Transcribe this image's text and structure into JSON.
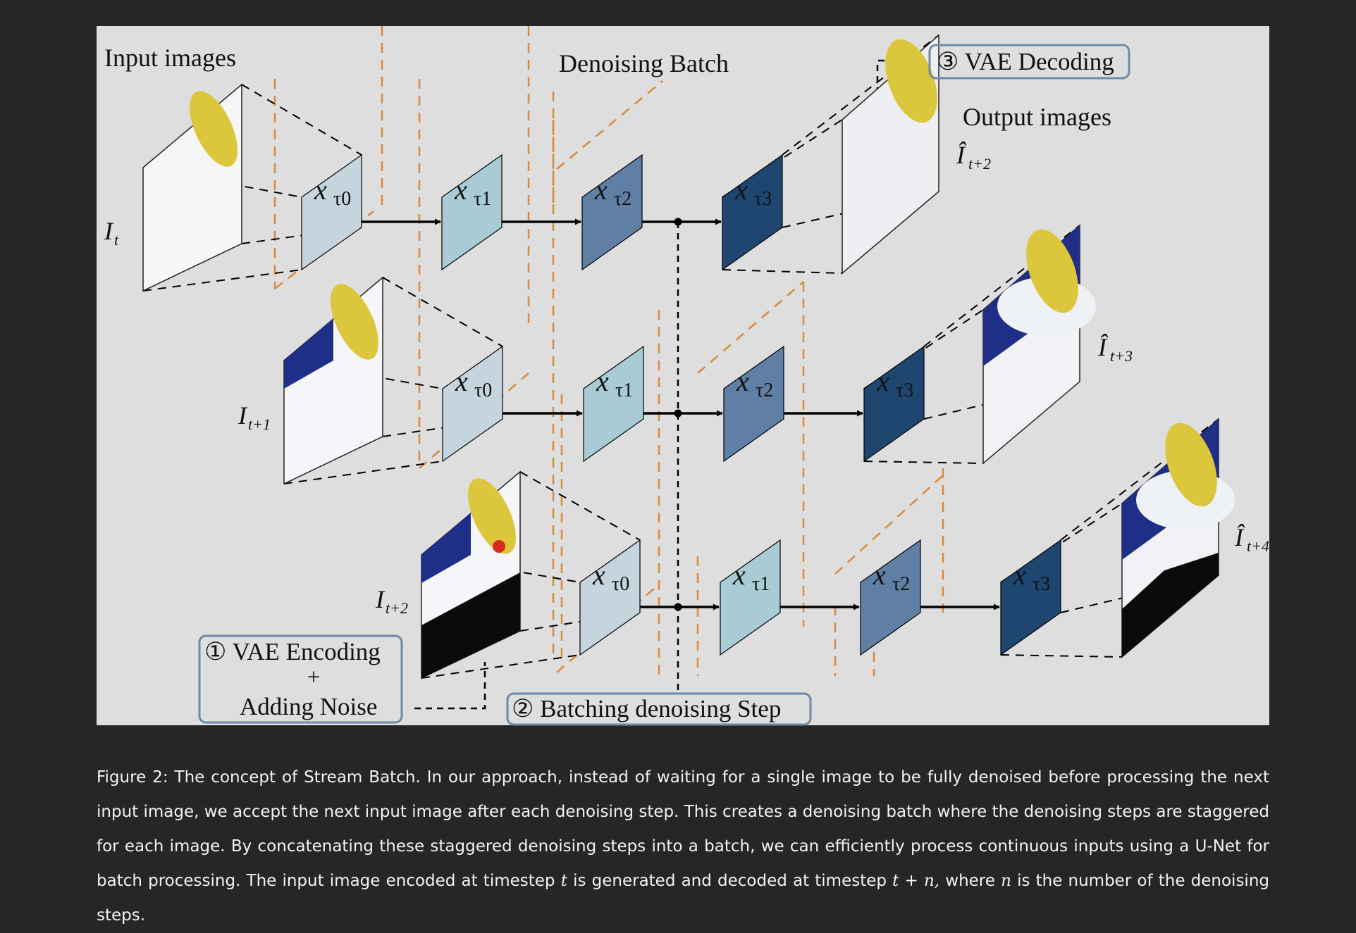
{
  "colors": {
    "page_background": "#262626",
    "figure_background": "#dedede",
    "caption_text": "#f2f2f2",
    "orange_dashed": "#d98a3b",
    "box_border": "#6f8aa6",
    "latent_step_0": "#c6d4dd",
    "latent_step_1": "#a8cbd5",
    "latent_step_2": "#5f7fa5",
    "latent_step_3": "#1e4670",
    "moon_yellow": "#dcc63c",
    "night_blue": "#1f2e86",
    "cloud_white": "#eef1f5",
    "silhouette_black": "#0b0b0b",
    "red_accent": "#d92a20"
  },
  "figure": {
    "input_images_label": "Input images",
    "denoising_batch_label": "Denoising Batch",
    "output_images_label": "Output images",
    "vae_encoding_label": "① VAE Encoding",
    "plus_label": "+",
    "adding_noise_label": "Adding Noise",
    "batching_step_label": "② Batching denoising Step",
    "vae_decoding_label": "③ VAE Decoding",
    "latent_symbol": "x",
    "latent_subscript_symbol": "τ",
    "input_frames": [
      {
        "symbol": "I",
        "subscript": "t"
      },
      {
        "symbol": "I",
        "subscript": "t+1"
      },
      {
        "symbol": "I",
        "subscript": "t+2"
      }
    ],
    "output_frames": [
      {
        "symbol": "Î",
        "subscript": "t+2"
      },
      {
        "symbol": "Î",
        "subscript": "t+3"
      },
      {
        "symbol": "Î",
        "subscript": "t+4"
      }
    ],
    "rows": [
      {
        "latent_steps": [
          0,
          1,
          2,
          3
        ]
      },
      {
        "latent_steps": [
          0,
          1,
          2,
          3
        ]
      },
      {
        "latent_steps": [
          0,
          1,
          2,
          3
        ]
      }
    ]
  },
  "caption": {
    "figure_label": "Figure 2:",
    "text_1": " The concept of Stream Batch. In our approach, instead of waiting for a single image to be fully denoised before processing the next input image, we accept the next input image after each denoising step. This creates a denoising batch where the denoising steps are staggered for each image. By concatenating these staggered denoising steps into a batch, we can efficiently process continuous inputs using a U-Net for batch processing. The input image encoded at timestep ",
    "var_t": "t",
    "text_2": " is generated and decoded at timestep ",
    "expr_t_plus_n": "t + n,",
    "text_3": " where ",
    "var_n": "n",
    "text_4": " is the number of the denoising steps."
  }
}
